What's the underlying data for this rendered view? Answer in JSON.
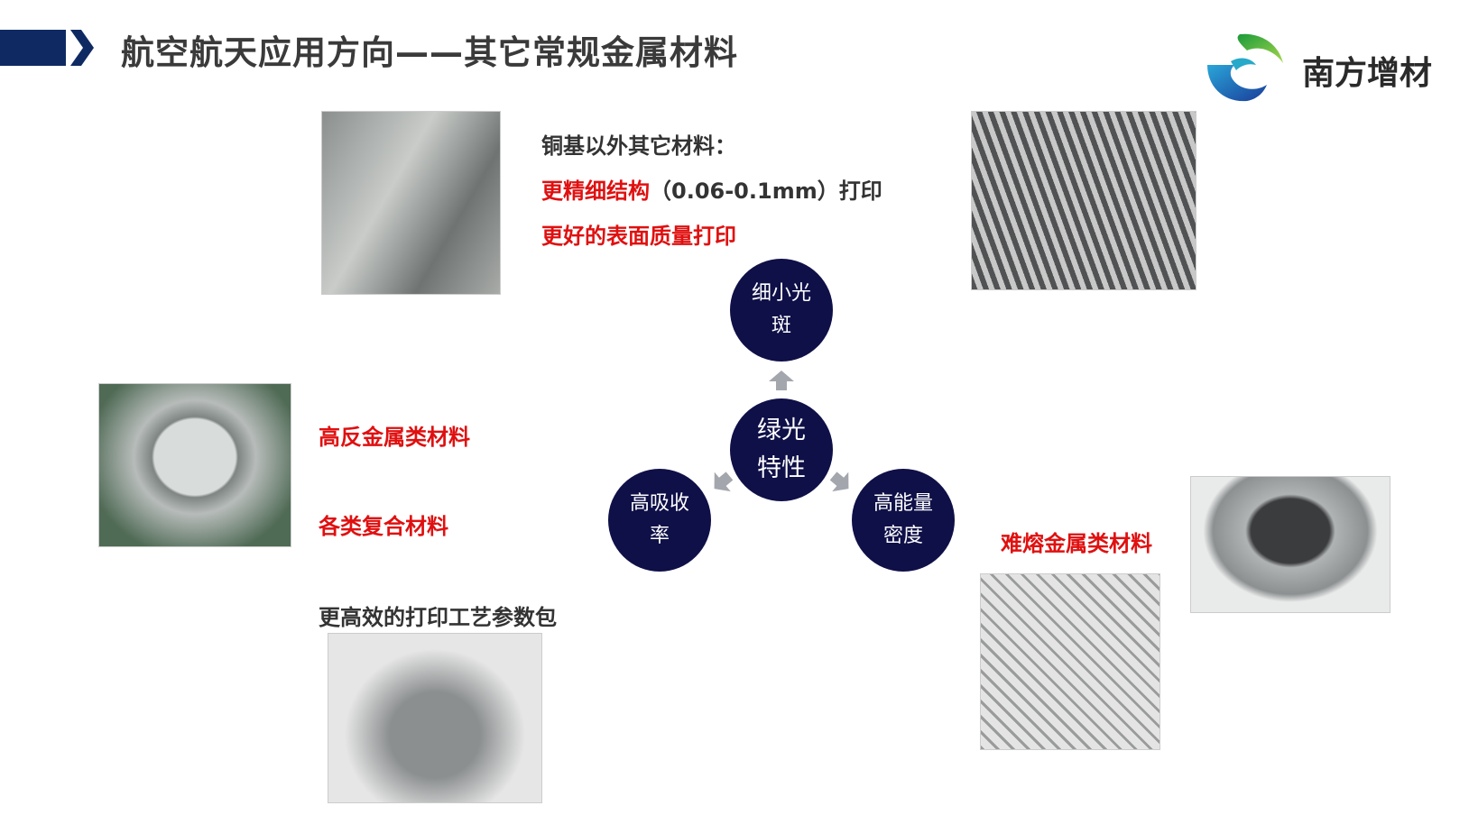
{
  "header": {
    "title": "航空航天应用方向——其它常规金属材料",
    "logo_text": "南方增材"
  },
  "text": {
    "intro": "铜基以外其它材料：",
    "point1_red": "更精细结构",
    "point1_rest": "（0.06-0.1mm）打印",
    "point2": "更好的表面质量打印",
    "high_reflect": "高反金属类材料",
    "composite": "各类复合材料",
    "param_pack": "更高效的打印工艺参数包",
    "refractory": "难熔金属类材料"
  },
  "diagram": {
    "center": [
      "绿光",
      "特性"
    ],
    "top": [
      "细小光",
      "斑"
    ],
    "left": [
      "高吸收",
      "率"
    ],
    "right": [
      "高能量",
      "密度"
    ]
  },
  "colors": {
    "navy": "#0f1048",
    "red": "#e01010",
    "header_bar": "#0f2a63"
  }
}
